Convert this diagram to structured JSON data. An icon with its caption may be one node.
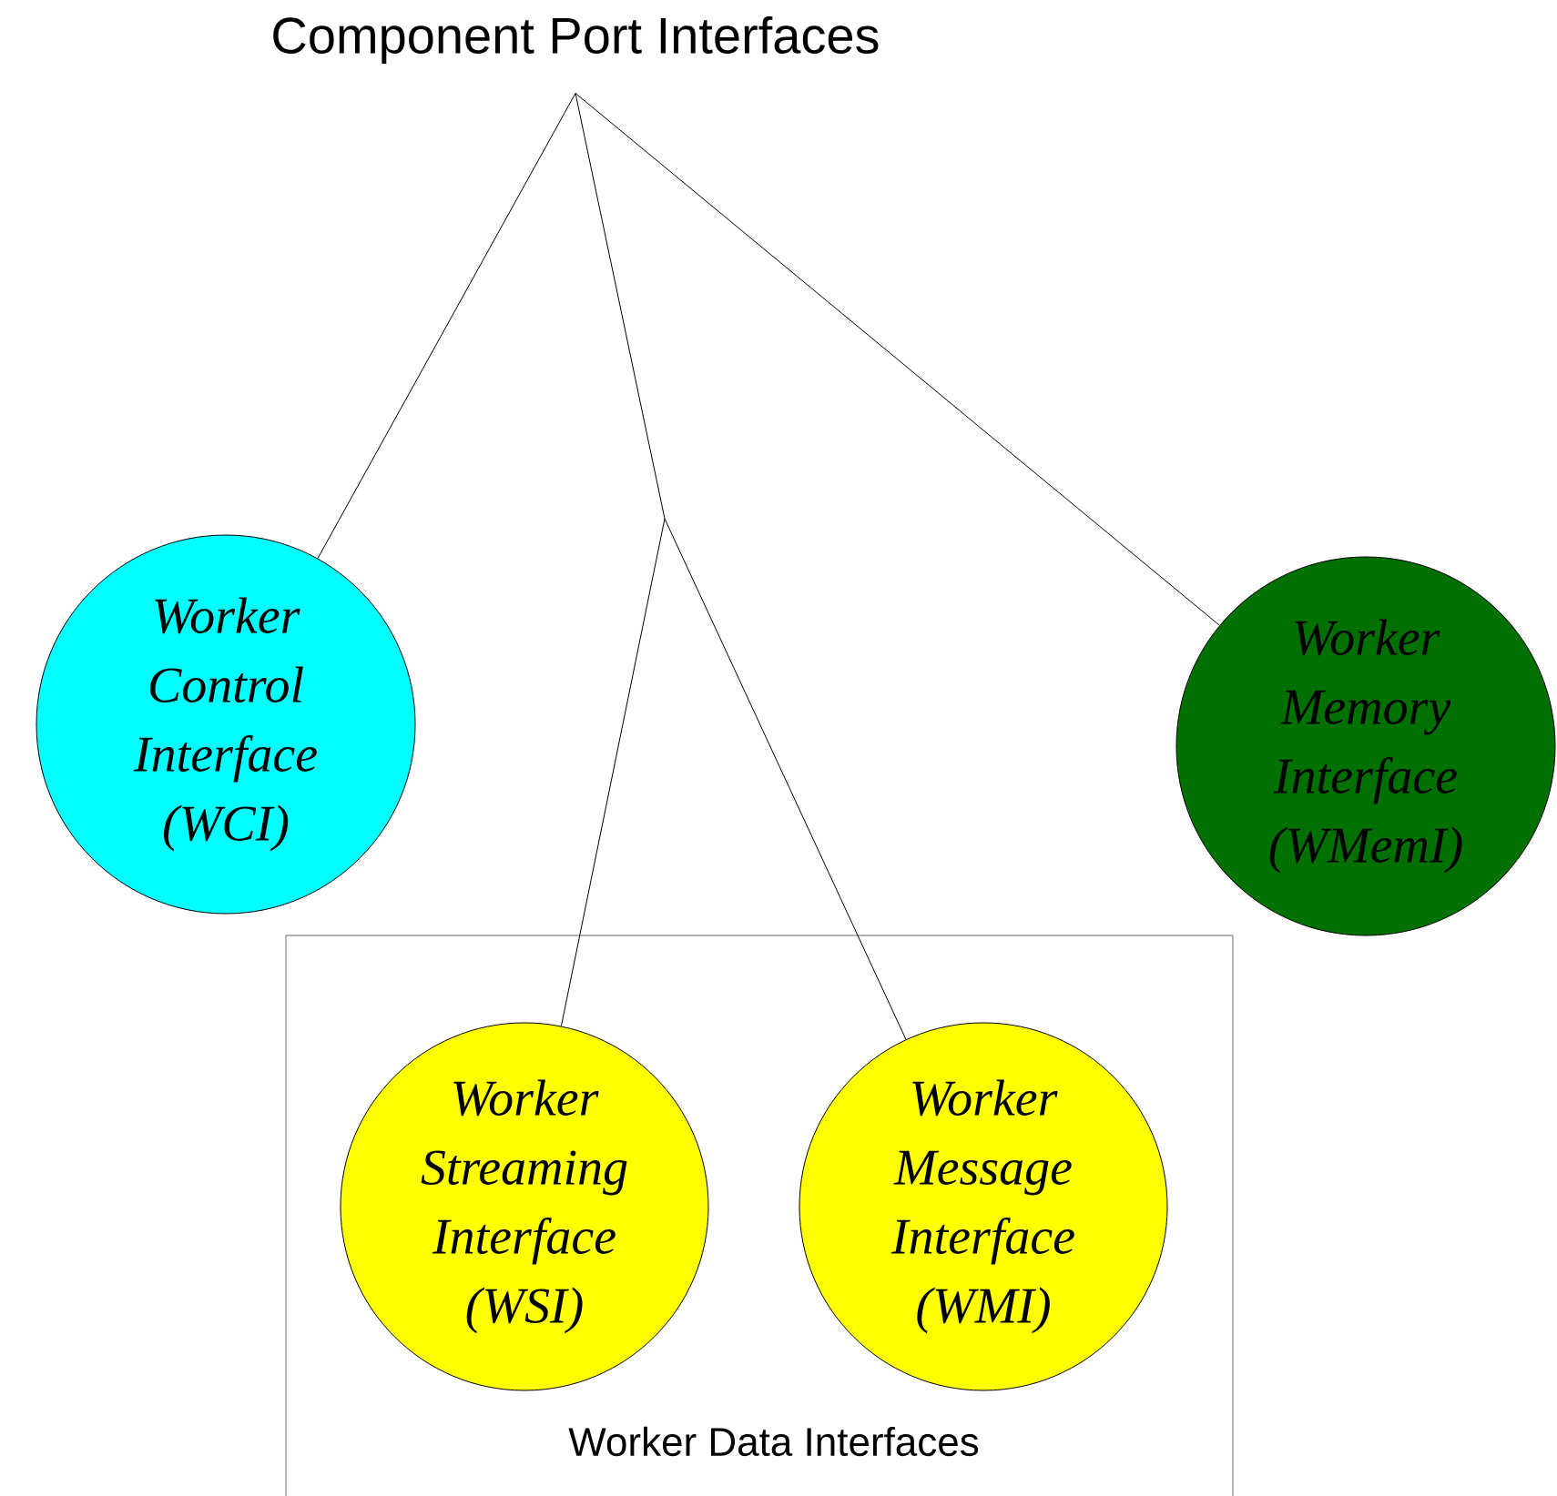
{
  "diagram": {
    "nodes": [
      {
        "text": [
          "Component Port Interfaces"
        ]
      },
      {
        "text": [
          "Worker Control Interface (WCI)"
        ]
      },
      {
        "text": [
          "Worker Memory Interface (WMemI)"
        ]
      },
      {
        "text": [
          "Worker Data Interfaces"
        ]
      },
      {
        "text": [
          "Worker Streaming Interface (WSI)"
        ],
        "in": 3
      },
      {
        "text": [
          "Worker Message Interface (WMI)"
        ],
        "in": 3
      }
    ],
    "edges": [
      {
        "from": 0,
        "to": 1,
        "arrow": "none"
      },
      {
        "from": 0,
        "to": 4,
        "arrow": "none"
      },
      {
        "from": 0,
        "to": 5,
        "arrow": "none"
      },
      {
        "from": 0,
        "to": 2,
        "arrow": "none"
      }
    ]
  }
}
